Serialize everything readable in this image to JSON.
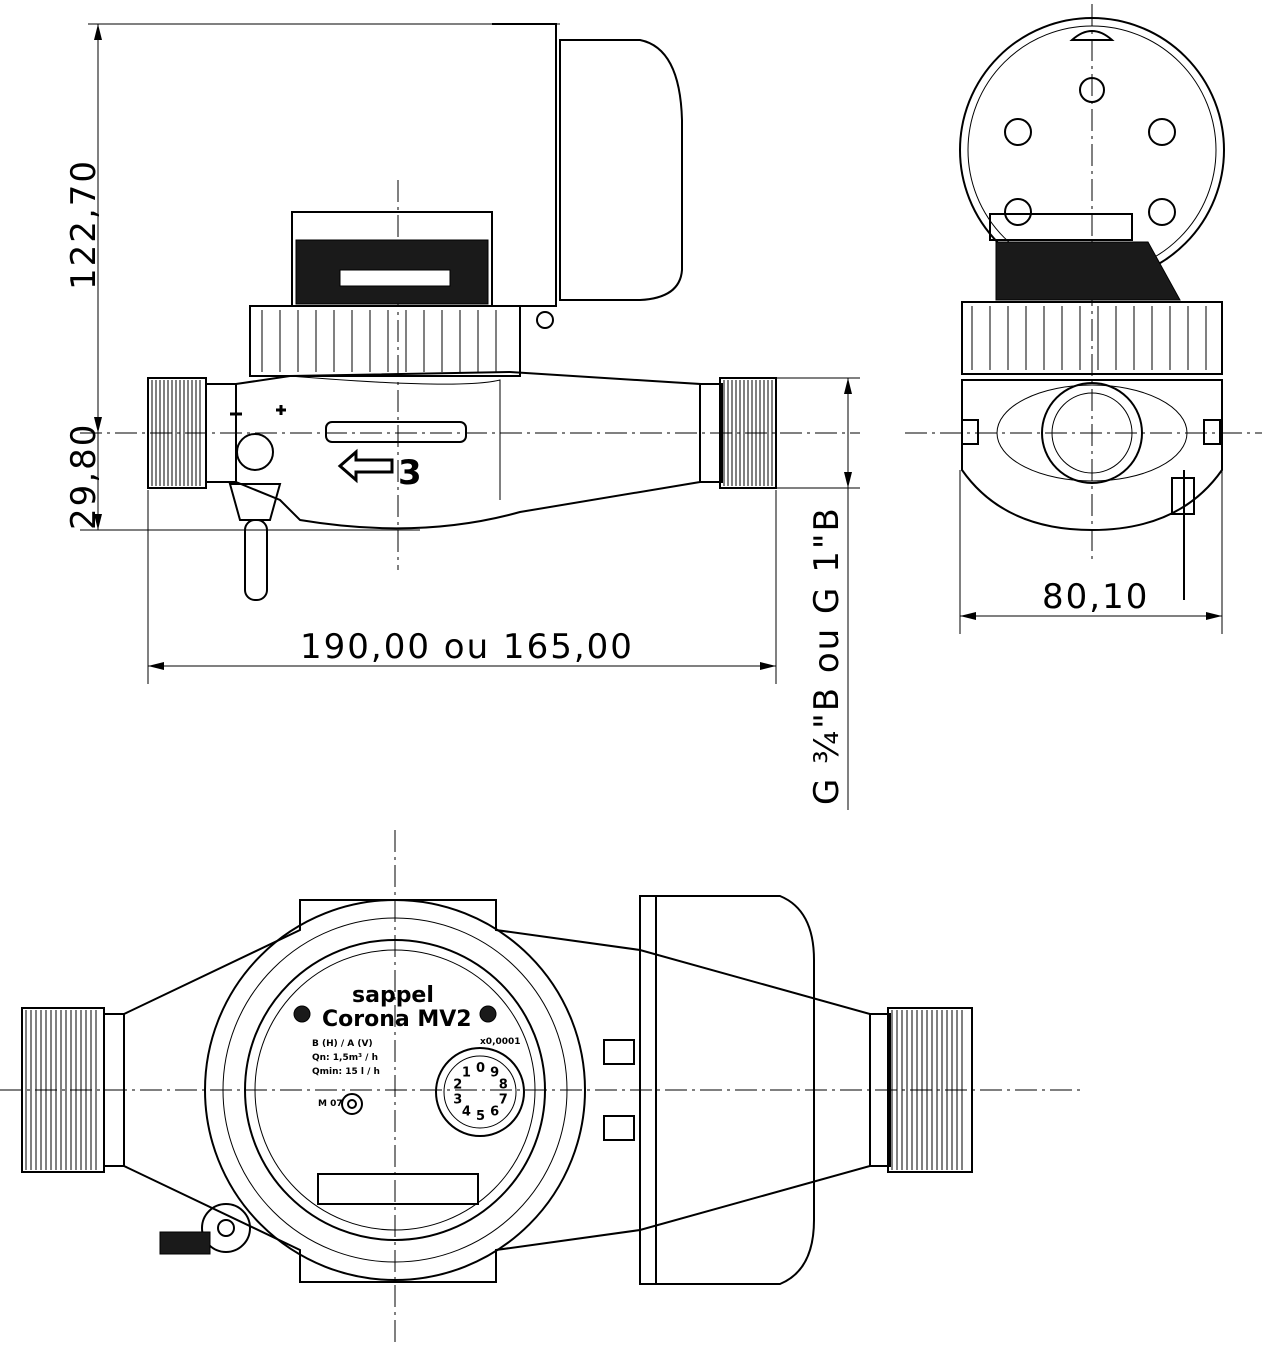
{
  "dimensions": {
    "height_total": "122,70",
    "axis_height": "29,80",
    "length": "190,00 ou 165,00",
    "width": "80,10",
    "thread": "G ¾\"B ou G 1\"B"
  },
  "flow_arrow_label": "3",
  "plate": {
    "brand": "sappel",
    "model": "Corona MV2",
    "class": "B (H) / A (V)",
    "qn": "Qn: 1,5m³ / h",
    "qmin": "Qmin: 15 l / h",
    "mark": "M 07",
    "dial_top": "x0,0001",
    "dial_digits": [
      "0",
      "9",
      "8",
      "7",
      "6",
      "5",
      "4",
      "3",
      "2",
      "1"
    ]
  }
}
